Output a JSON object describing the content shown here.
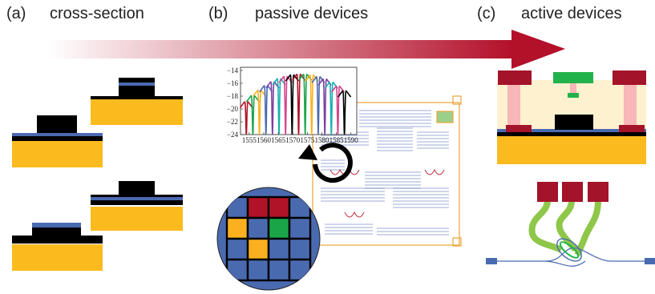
{
  "panels": {
    "a": {
      "letter": "(a)",
      "title": "cross-section"
    },
    "b": {
      "letter": "(b)",
      "title": "passive devices"
    },
    "c": {
      "letter": "(c)",
      "title": "active devices"
    }
  },
  "colors": {
    "substrate": "#fbbb1f",
    "oxide": "#fdf1d0",
    "core": "#000000",
    "cladding_line": "#4a6ab0",
    "tile_blue": "#4a6ab0",
    "tile_red": "#b01327",
    "tile_green": "#1aa549",
    "tile_orange": "#fbb11f",
    "contact_red": "#a3132a",
    "via_pink": "#f8b6b8",
    "heater_green": "#22b24c",
    "trace_green": "#8fc74a",
    "arrow_red": "#b3102a"
  },
  "chart_data": {
    "type": "line",
    "series_count": 16,
    "colors": [
      "#b01327",
      "#1aa549",
      "#fbb11f",
      "#4a6ab0",
      "#7b3fa0",
      "#17b0b0",
      "#d9418c",
      "#000000"
    ],
    "x_ticks": [
      "1555",
      "1560",
      "1565",
      "1570",
      "1575",
      "1580",
      "1585",
      "1590"
    ],
    "y_ticks": [
      "−14",
      "−16",
      "−18",
      "−20",
      "−22",
      "−24"
    ],
    "xlim": [
      1552,
      1592
    ],
    "ylim": [
      -24,
      -13.5
    ]
  },
  "grid_tiles": [
    [
      "",
      "tile_red",
      "tile_red",
      ""
    ],
    [
      "tile_orange",
      "tile_blue",
      "tile_green",
      "tile_blue"
    ],
    [
      "tile_blue",
      "tile_orange",
      "tile_blue",
      "tile_blue"
    ],
    [
      "",
      "tile_blue",
      "tile_blue",
      ""
    ]
  ]
}
